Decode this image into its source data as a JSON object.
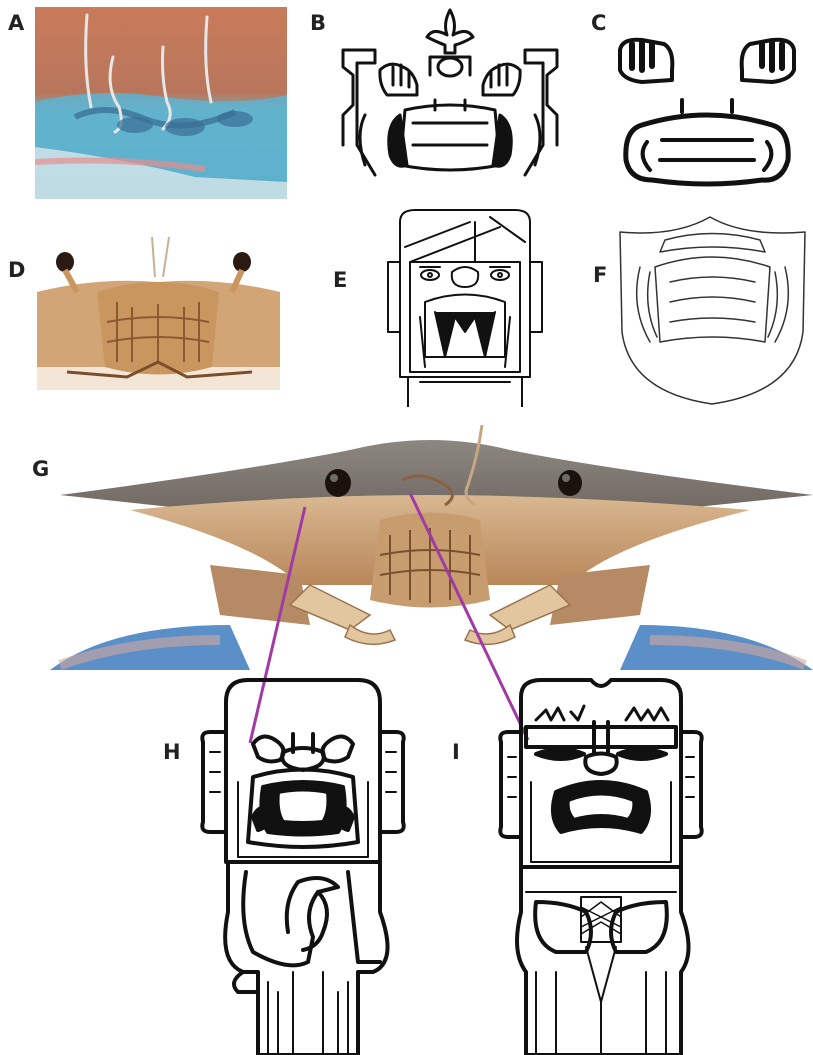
{
  "figure": {
    "panels": [
      {
        "id": "A",
        "label": "A",
        "content": "photograph"
      },
      {
        "id": "B",
        "label": "B",
        "content": "line drawing"
      },
      {
        "id": "C",
        "label": "C",
        "content": "line drawing"
      },
      {
        "id": "D",
        "label": "D",
        "content": "photograph"
      },
      {
        "id": "E",
        "label": "E",
        "content": "line drawing"
      },
      {
        "id": "F",
        "label": "F",
        "content": "line drawing"
      },
      {
        "id": "G",
        "label": "G",
        "content": "photograph"
      },
      {
        "id": "H",
        "label": "H",
        "content": "line drawing"
      },
      {
        "id": "I",
        "label": "I",
        "content": "line drawing"
      }
    ],
    "colors": {
      "connector": "#a23aa6",
      "ink": "#111111",
      "shell": "#c9a57d",
      "carapace": "#7f7873",
      "blue": "#4e86c3"
    }
  }
}
